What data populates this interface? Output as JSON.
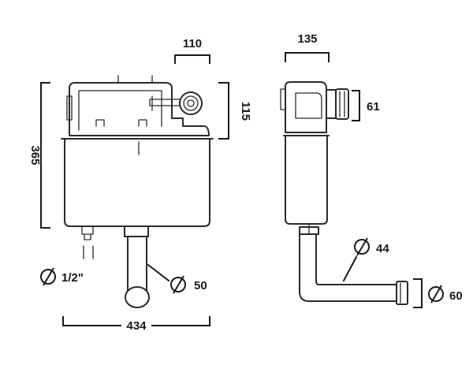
{
  "dimensions": {
    "front_width": "434",
    "front_height": "365",
    "valve_width": "110",
    "valve_height": "115",
    "inlet_diameter": "1/2\"",
    "flush_pipe_diameter": "50",
    "side_depth": "135",
    "side_connector": "61",
    "side_pipe_diameter": "44",
    "side_outlet_diameter": "60"
  }
}
